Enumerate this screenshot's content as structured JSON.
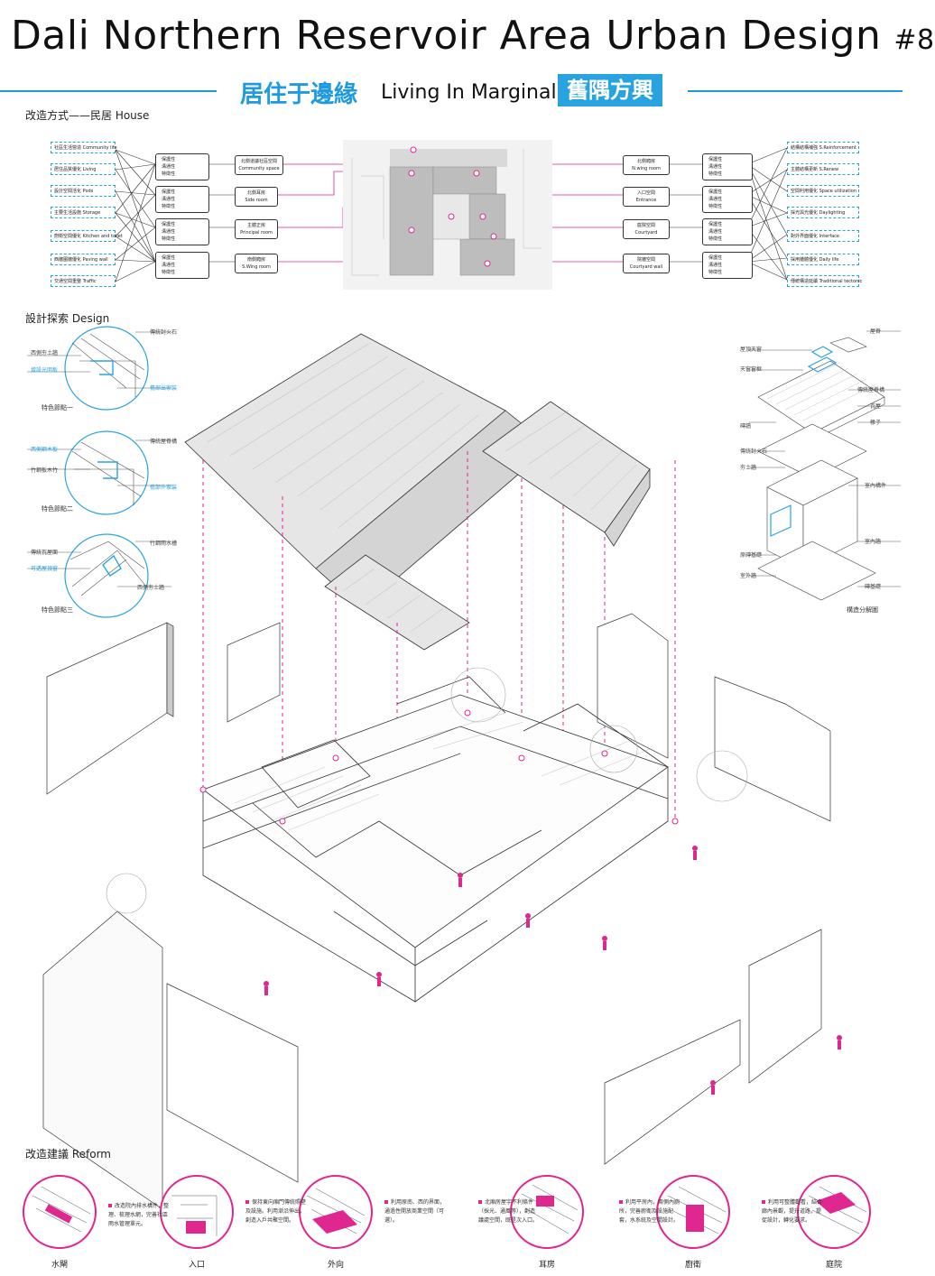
{
  "header": {
    "title": "Dali Northern Reservoir Area Urban Design",
    "number": "#8",
    "subtitle_cn": "居住于邊緣",
    "subtitle_en": "Living In Marginal",
    "subtitle_box": "舊隅方興"
  },
  "colors": {
    "accent_blue": "#29a3e0",
    "accent_magenta": "#e0268f",
    "line": "#333333"
  },
  "section_house": {
    "heading": "改造方式——民居 House",
    "left_tags": [
      {
        "cn": "社區生活營造",
        "en": "Community life"
      },
      {
        "cn": "居住品質優化",
        "en": "Living"
      },
      {
        "cn": "設計空間活化",
        "en": "Pods"
      },
      {
        "cn": "主要生活設施",
        "en": "Storage"
      },
      {
        "cn": "廚衛空間優化",
        "en": "Kitchen and toilet"
      },
      {
        "cn": "西牆圍牆優化",
        "en": "Paving wall"
      },
      {
        "cn": "交通空間重整",
        "en": "Traffic"
      }
    ],
    "left_legend": [
      "保護性",
      "溝通性",
      "特徵性"
    ],
    "left_nodes": [
      {
        "cn": "北側道議社區空間",
        "en": "Community space"
      },
      {
        "cn": "北側耳房",
        "en": "Side room"
      },
      {
        "cn": "主體正房",
        "en": "Principal room"
      },
      {
        "cn": "南側廂房",
        "en": "S.Wing room"
      }
    ],
    "right_nodes": [
      {
        "cn": "北側廂房",
        "en": "N.wing room"
      },
      {
        "cn": "入口空間",
        "en": "Entrance"
      },
      {
        "cn": "庭院空間",
        "en": "Courtyard"
      },
      {
        "cn": "院牆空間",
        "en": "Courtyard wall"
      }
    ],
    "right_tags": [
      {
        "cn": "結構結構補強",
        "en": "S.Reinforcement"
      },
      {
        "cn": "主體結構更新",
        "en": "S.Renew"
      },
      {
        "cn": "空間利用優化",
        "en": "Space utilization"
      },
      {
        "cn": "採光與光優化",
        "en": "Daylighting"
      },
      {
        "cn": "對外界面優化",
        "en": "Interface"
      },
      {
        "cn": "採用牆體優化",
        "en": "Daily life"
      },
      {
        "cn": "傳統構造延續",
        "en": "Traditional tectonic"
      }
    ]
  },
  "section_design": {
    "heading": "設計探索 Design",
    "details": [
      {
        "caption": "特色節點一",
        "labels": [
          "傳統封火石",
          "西側夯土牆",
          "增設光明板",
          "檐部出家裝"
        ]
      },
      {
        "caption": "特色節點二",
        "labels": [
          "傳統屋脊構",
          "西側鋼木板",
          "竹鋼板木竹",
          "檐部外家裝"
        ]
      },
      {
        "caption": "特色節點三",
        "labels": [
          "竹鋼雨水槽",
          "傳統瓦屋面",
          "可透屋頂窗",
          "西側夯土牆"
        ]
      }
    ],
    "exploded_caption": "構造分解圖",
    "exploded_labels": [
      "屋脊",
      "屋頂天窗",
      "天窗窗框",
      "傳統屋脊構",
      "瓦屋",
      "椽子",
      "磚牆",
      "傳統封火石",
      "夯土牆",
      "室內構件",
      "室內牆",
      "原磚基礎",
      "室外牆",
      "磚基礎"
    ]
  },
  "section_reform": {
    "heading": "改造建議 Reform",
    "items": [
      {
        "label": "水閘",
        "text": "改造院內排水構件，整理、梳理水網，完善社區雨水管理單元。"
      },
      {
        "label": "入口",
        "text": "保持東向廂門傳統照壁及設施。利用漸沿伸出，創造入戶共聚空間。"
      },
      {
        "label": "外向",
        "text": "利用原南、西的界面，通過性開放商業空間（可選）。"
      },
      {
        "label": "耳房",
        "text": "北廂房屋宇不利條件（採光、通風等），創造議處空間，既是次入口。"
      },
      {
        "label": "廚衛",
        "text": "利用平房內，兩側內廁所，完善廚衛及設施配套，水系統及空間設計。"
      },
      {
        "label": "庭院",
        "text": "利用可整體觀看，結合廊內景觀，提升道路，提促設計，轉化要求。"
      }
    ]
  }
}
